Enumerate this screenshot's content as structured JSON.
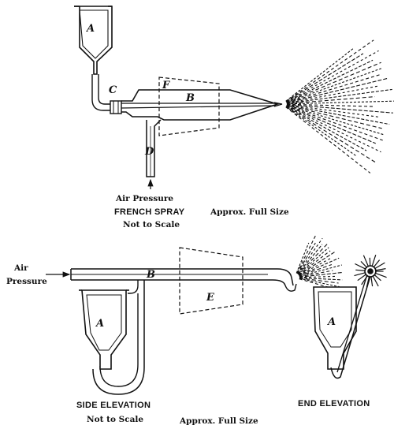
{
  "colors": {
    "ink": "#111111",
    "paper": "#ffffff"
  },
  "top_figure": {
    "labels": {
      "a": "A",
      "b": "B",
      "c": "C",
      "d": "D",
      "f": "F"
    },
    "air_pressure": "Air Pressure",
    "title": "FRENCH SPRAY",
    "not_to_scale": "Not to Scale",
    "approx_full_size": "Approx. Full Size"
  },
  "bottom_figure": {
    "air_line1": "Air",
    "air_line2": "Pressure",
    "labels": {
      "a_side": "A",
      "b": "B",
      "e": "E",
      "a_end": "A"
    },
    "side_elevation": "SIDE ELEVATION",
    "not_to_scale": "Not to Scale",
    "approx_full_size": "Approx. Full Size",
    "end_elevation": "END ELEVATION"
  }
}
